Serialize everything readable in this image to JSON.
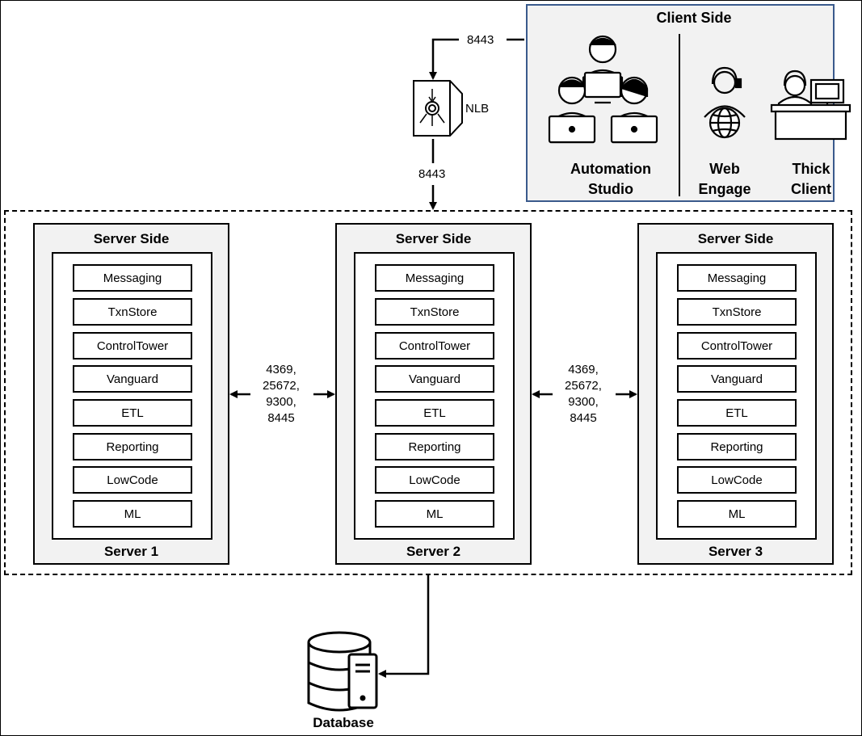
{
  "client_side": {
    "title": "Client Side",
    "automation_studio": {
      "line1": "Automation",
      "line2": "Studio"
    },
    "web_engage": {
      "line1": "Web",
      "line2": "Engage"
    },
    "thick_client": {
      "line1": "Thick",
      "line2": "Client"
    }
  },
  "nlb": {
    "label": "NLB",
    "port_in": "8443",
    "port_out": "8443"
  },
  "servers": [
    {
      "title": "Server Side",
      "name": "Server 1",
      "services": [
        "Messaging",
        "TxnStore",
        "ControlTower",
        "Vanguard",
        "ETL",
        "Reporting",
        "LowCode",
        "ML"
      ]
    },
    {
      "title": "Server Side",
      "name": "Server 2",
      "services": [
        "Messaging",
        "TxnStore",
        "ControlTower",
        "Vanguard",
        "ETL",
        "Reporting",
        "LowCode",
        "ML"
      ]
    },
    {
      "title": "Server Side",
      "name": "Server 3",
      "services": [
        "Messaging",
        "TxnStore",
        "ControlTower",
        "Vanguard",
        "ETL",
        "Reporting",
        "LowCode",
        "ML"
      ]
    }
  ],
  "inter_server_ports": [
    {
      "lines": [
        "4369,",
        "25672,",
        "9300,",
        "8445"
      ]
    },
    {
      "lines": [
        "4369,",
        "25672,",
        "9300,",
        "8445"
      ]
    }
  ],
  "database": {
    "label": "Database"
  },
  "colors": {
    "client_border": "#3a5a8c",
    "panel_fill": "#f2f2f2"
  }
}
